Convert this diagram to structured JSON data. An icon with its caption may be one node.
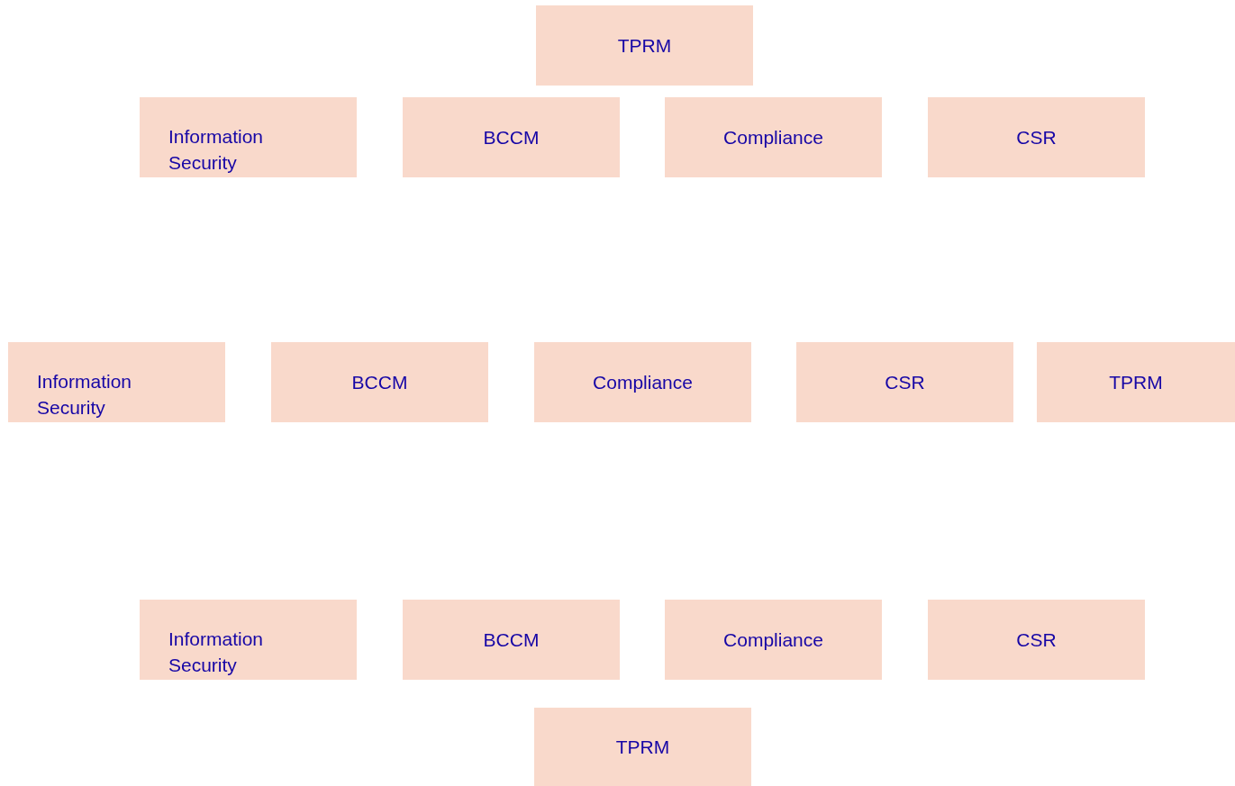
{
  "diagram": {
    "nodes": [
      {
        "text": [
          "TPRM"
        ]
      },
      {
        "text": [
          "Information Security"
        ]
      },
      {
        "text": [
          "BCCM"
        ]
      },
      {
        "text": [
          "Compliance"
        ]
      },
      {
        "text": [
          "CSR"
        ]
      },
      {
        "text": [
          "Information Security"
        ]
      },
      {
        "text": [
          "BCCM"
        ]
      },
      {
        "text": [
          "Compliance"
        ]
      },
      {
        "text": [
          "CSR"
        ]
      },
      {
        "text": [
          "TPRM"
        ]
      },
      {
        "text": [
          "Information Security"
        ]
      },
      {
        "text": [
          "BCCM"
        ]
      },
      {
        "text": [
          "Compliance"
        ]
      },
      {
        "text": [
          "CSR"
        ]
      },
      {
        "text": [
          "TPRM"
        ]
      }
    ]
  }
}
